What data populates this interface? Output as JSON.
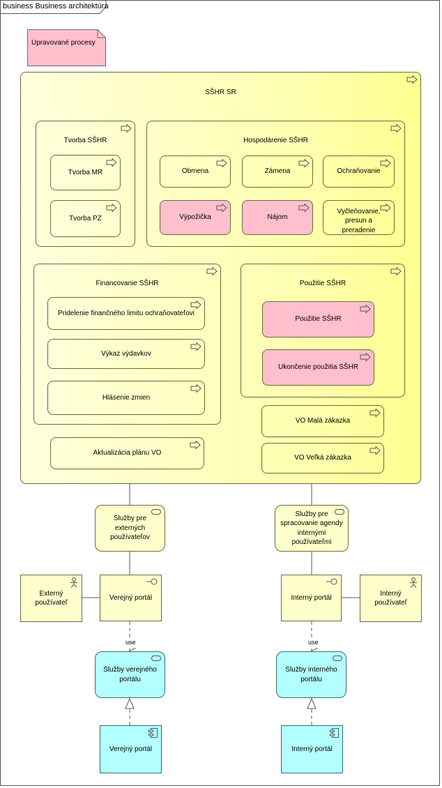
{
  "diagram": {
    "tab_label": "business Business architektúra",
    "note": "Upravované procesy",
    "main_group": "SŠHR SR",
    "tvorba": {
      "title": "Tvorba SŠHR",
      "items": [
        "Tvorba MR",
        "Tvorba PZ"
      ]
    },
    "hospodarenie": {
      "title": "Hospodárenie SŠHR",
      "items": [
        "Obmena",
        "Zámena",
        "Ochraňovanie",
        "Výpožička",
        "Nájom",
        "Vyčleňovanie, presun a preradenie"
      ]
    },
    "financovanie": {
      "title": "Financovanie SŠHR",
      "items": [
        "Pridelenie finančného limitu ochraňovateľovi",
        "Výkaz výdavkov",
        "Hlásenie zmien"
      ]
    },
    "pouzitie": {
      "title": "Použitie SŠHR",
      "items": [
        "Použitie SŠHR",
        "Ukončenie použitia SŠHR"
      ]
    },
    "aktualizacia": "Aktualizácia plánu VO",
    "vo_mala": "VO Malá zákazka",
    "vo_velka": "VO Veľká zákazka",
    "sluzby_externych": "Služby pre externých používateľov",
    "sluzby_internych": "Služby pre spracovanie agendy internými používateľmi",
    "externy_pouzivatel": "Externý používateľ",
    "interny_pouzivatel": "Interný používateľ",
    "verejny_portal_iface": "Verejný portál",
    "interny_portal_iface": "Interný portál",
    "use_label_left": "use",
    "use_label_right": "use",
    "sluzby_verejneho": "Služby verejného portálu",
    "sluzby_interneho": "Služby interného portálu",
    "verejny_portal_comp": "Verejný portál",
    "interny_portal_comp": "Interný portál"
  }
}
